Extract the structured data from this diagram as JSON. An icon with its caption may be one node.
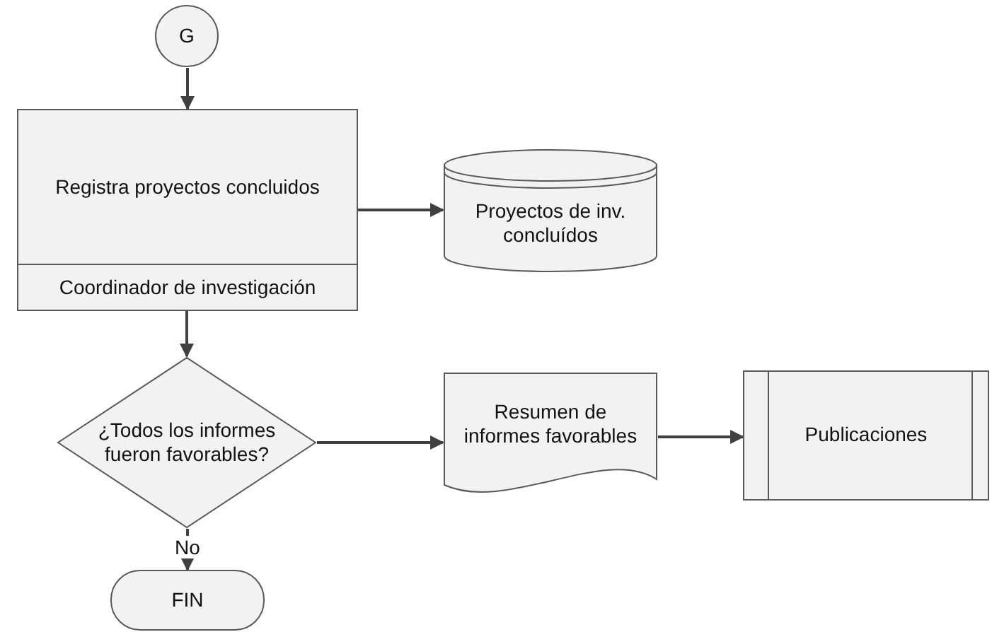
{
  "diagram": {
    "nodes": [
      {
        "text": [
          "G"
        ]
      },
      {
        "text": [
          "Registra proyectos concluidos",
          "Coordinador de investigación"
        ]
      },
      {
        "text": [
          "Proyectos de inv. concluídos"
        ]
      },
      {
        "text": [
          "¿Todos los informes fueron favorables?"
        ]
      },
      {
        "text": [
          "Resumen de informes favorables"
        ]
      },
      {
        "text": [
          "Publicaciones"
        ]
      },
      {
        "text": [
          "FIN"
        ]
      }
    ],
    "edges": [
      {
        "from": 0,
        "to": 1,
        "arrow": "to"
      },
      {
        "from": 1,
        "to": 2,
        "arrow": "to"
      },
      {
        "from": 1,
        "to": 3,
        "arrow": "to"
      },
      {
        "from": 3,
        "to": 4,
        "arrow": "to"
      },
      {
        "from": 4,
        "to": 5,
        "arrow": "to"
      },
      {
        "from": 3,
        "to": 6,
        "label": "No",
        "arrow": "to"
      }
    ]
  }
}
